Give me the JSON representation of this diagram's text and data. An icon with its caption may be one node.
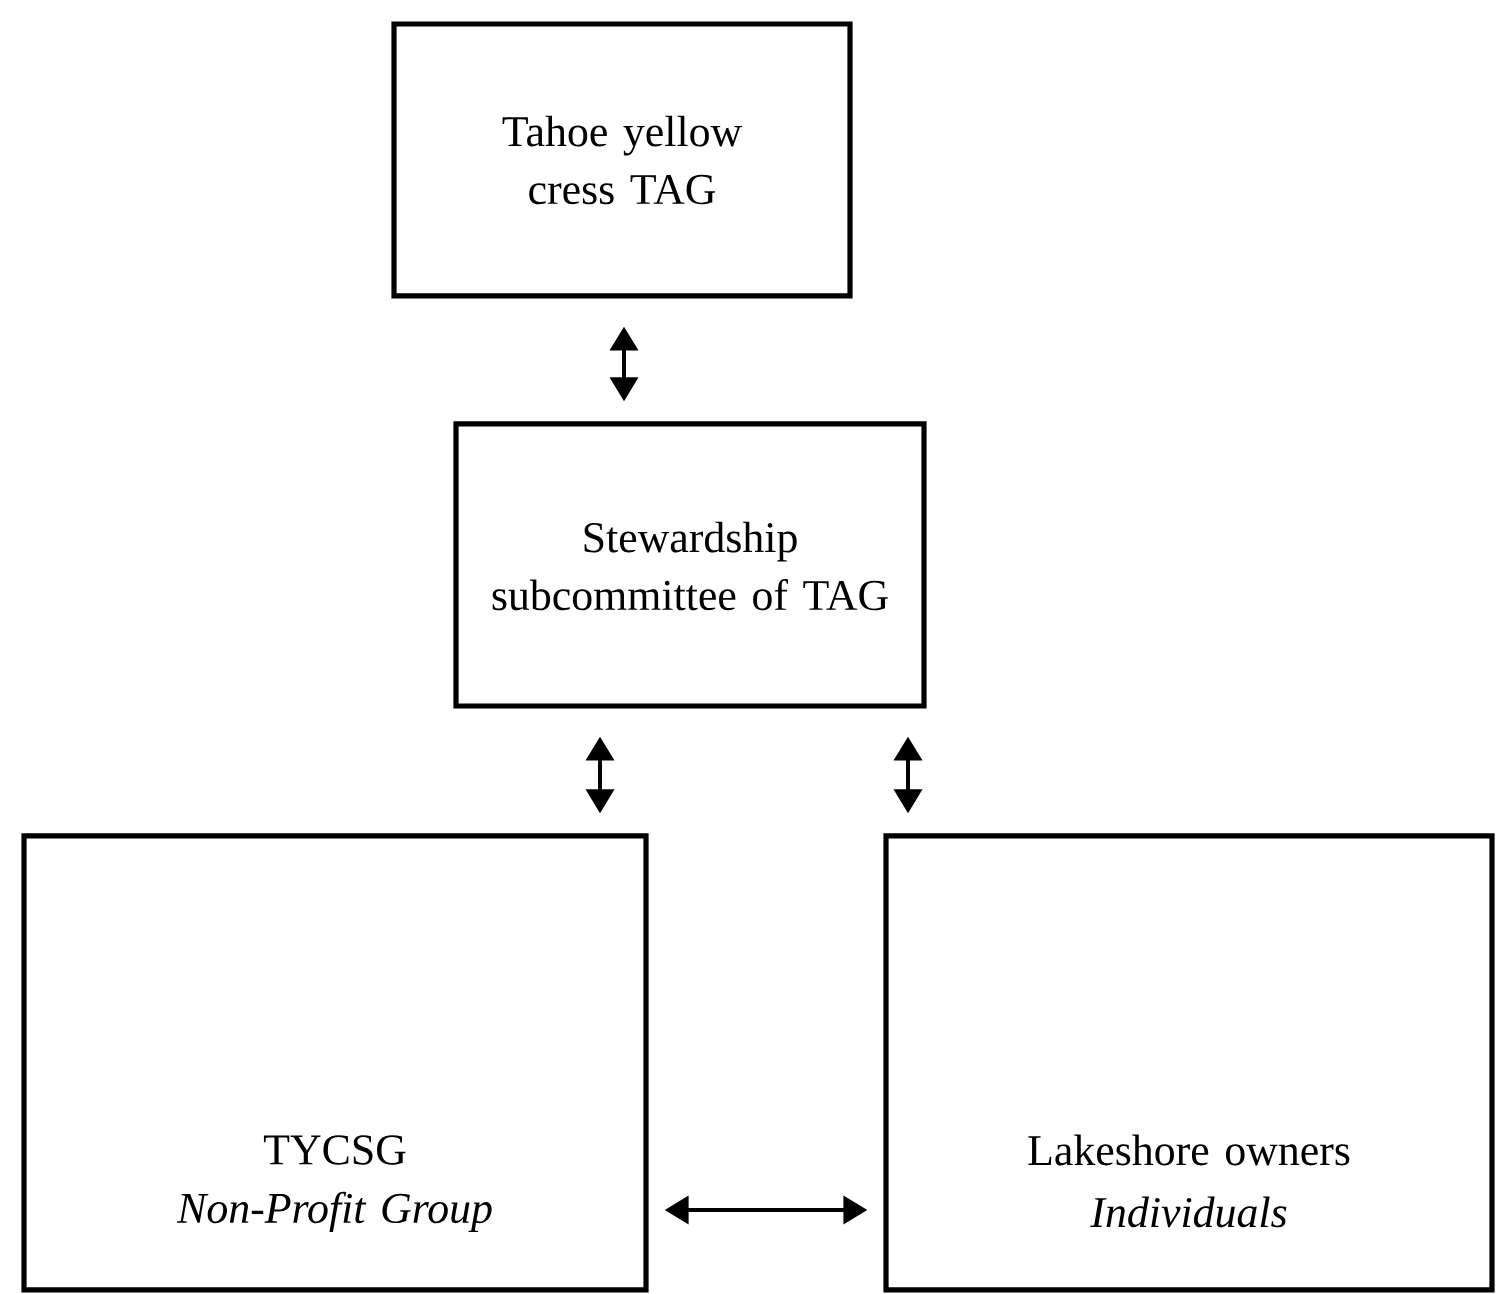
{
  "diagram": {
    "nodes": [
      {
        "text": [
          "Tahoe yellow cress TAG"
        ]
      },
      {
        "text": [
          "Stewardship subcommittee of TAG"
        ]
      },
      {
        "text": [
          "TYCSG",
          "*Non-Profit Group*"
        ]
      },
      {
        "text": [
          "Lakeshore owners",
          "*Individuals*"
        ]
      }
    ],
    "edges": [
      {
        "from": 0,
        "to": 1,
        "arrow": "both"
      },
      {
        "from": 1,
        "to": 2,
        "arrow": "both"
      },
      {
        "from": 1,
        "to": 3,
        "arrow": "both"
      },
      {
        "from": 2,
        "to": 3,
        "arrow": "both"
      }
    ]
  }
}
